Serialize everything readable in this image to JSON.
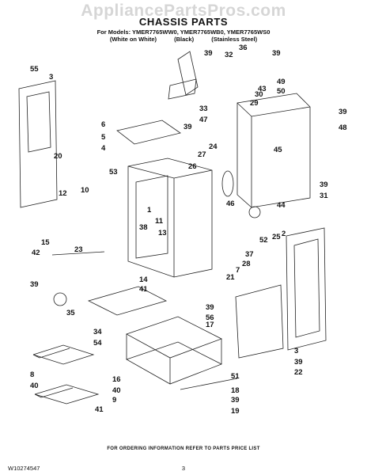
{
  "watermark": "AppliancePartsPros.com",
  "title": "CHASSIS PARTS",
  "models": "For Models: YMER7765WW0, YMER7765WB0, YMER7765WS0",
  "variants": [
    "(White on White)",
    "(Black)",
    "(Stainless Steel)"
  ],
  "callouts": [
    "55",
    "3",
    "20",
    "6",
    "39",
    "5",
    "4",
    "53",
    "12",
    "10",
    "1",
    "11",
    "15",
    "42",
    "23",
    "38",
    "13",
    "39",
    "14",
    "41",
    "35",
    "34",
    "54",
    "8",
    "40",
    "16",
    "40",
    "9",
    "41",
    "33",
    "47",
    "39",
    "32",
    "36",
    "39",
    "43",
    "30",
    "29",
    "49",
    "50",
    "39",
    "48",
    "27",
    "26",
    "24",
    "45",
    "39",
    "31",
    "46",
    "44",
    "52",
    "25",
    "2",
    "37",
    "28",
    "7",
    "21",
    "39",
    "56",
    "3",
    "39",
    "22",
    "17",
    "51",
    "18",
    "39",
    "19"
  ],
  "footer": "FOR ORDERING INFORMATION REFER TO PARTS PRICE LIST",
  "doc_number": "W10274547",
  "page_number": "3"
}
